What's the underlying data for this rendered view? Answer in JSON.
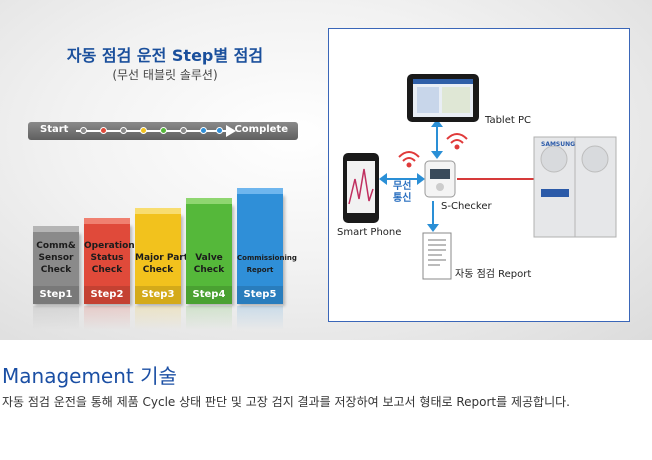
{
  "banner": {
    "title": "자동 점검 운전 Step별 점검",
    "subtitle": "(무선 태블릿 솔루션)",
    "progress": {
      "start_label": "Start",
      "end_label": "Complete"
    },
    "steps": [
      {
        "label": "Comm&\nSensor\nCheck",
        "step": "Step1",
        "color": "#8a8a8a",
        "top_color": "#b5b5b5"
      },
      {
        "label": "Operation\nStatus\nCheck",
        "step": "Step2",
        "color": "#e04a3a",
        "top_color": "#f08070"
      },
      {
        "label": "Major Parts\nCheck",
        "step": "Step3",
        "color": "#f2c21d",
        "top_color": "#f8dd70"
      },
      {
        "label": "Valve\nCheck",
        "step": "Step4",
        "color": "#55b83a",
        "top_color": "#8fd670"
      },
      {
        "label": "Commissioning\nReport",
        "step": "Step5",
        "color": "#2f8fd8",
        "top_color": "#6fb6ee"
      }
    ]
  },
  "diagram": {
    "tablet_label": "Tablet PC",
    "phone_label": "Smart Phone",
    "wireless_label": "무선\n통신",
    "checker_label": "S-Checker",
    "report_label": "자동 점검 Report",
    "unit_brand": "SAMSUNG"
  },
  "section": {
    "title": "Management 기술",
    "description": "자동 점검 운전을 통해 제품 Cycle 상태 판단 및 고장 검지 결과를 저장하여 보고서 형태로 Report를 제공합니다."
  },
  "colors": {
    "accent_blue": "#1b4fa4",
    "arrow_blue": "#2a8fd6",
    "line_red": "#d63a3a"
  }
}
